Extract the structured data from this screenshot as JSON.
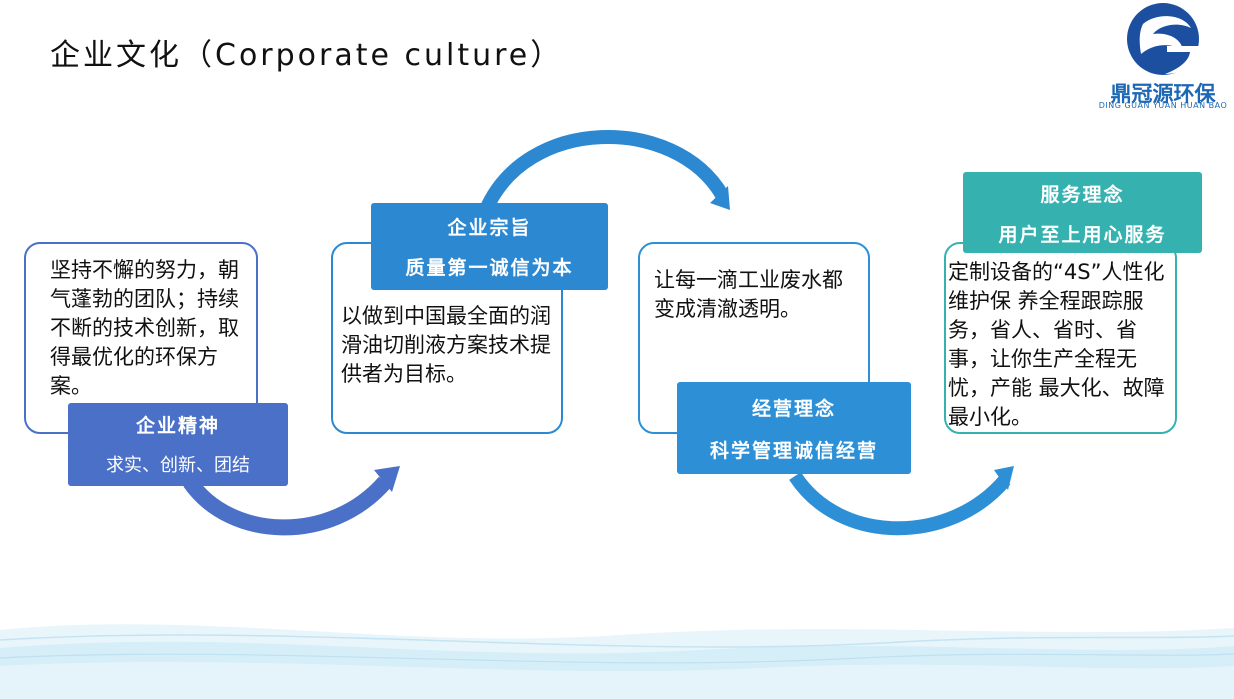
{
  "title": "企业文化（Corporate culture）",
  "logo": {
    "name": "鼎冠源环保",
    "pinyin": "DING GUAN YUAN HUAN BAO"
  },
  "cards": [
    {
      "body": "坚持不懈的努力，朝气蓬勃的团队；持续不断的技术创新，取得最优化的环保方案。",
      "label_title": "企业精神",
      "label_sub": "求实、创新、团结"
    },
    {
      "body": "以做到中国最全面的润滑油切削液方案技术提供者为目标。",
      "label_title": "企业宗旨",
      "label_sub": "质量第一诚信为本"
    },
    {
      "body": "让每一滴工业废水都变成清澈透明。",
      "label_title": "经营理念",
      "label_sub": "科学管理诚信经营"
    },
    {
      "body": "定制设备的“4S”人性化维护保 养全程跟踪服务，省人、省时、省事，让你生产全程无忧，产能 最大化、故障最小化。",
      "label_title": "服务理念",
      "label_sub": "用户至上用心服务"
    }
  ],
  "colors": {
    "card1": "#4a70c8",
    "card2": "#2d88d2",
    "card3": "#2d90d6",
    "card4": "#35b2b0"
  }
}
